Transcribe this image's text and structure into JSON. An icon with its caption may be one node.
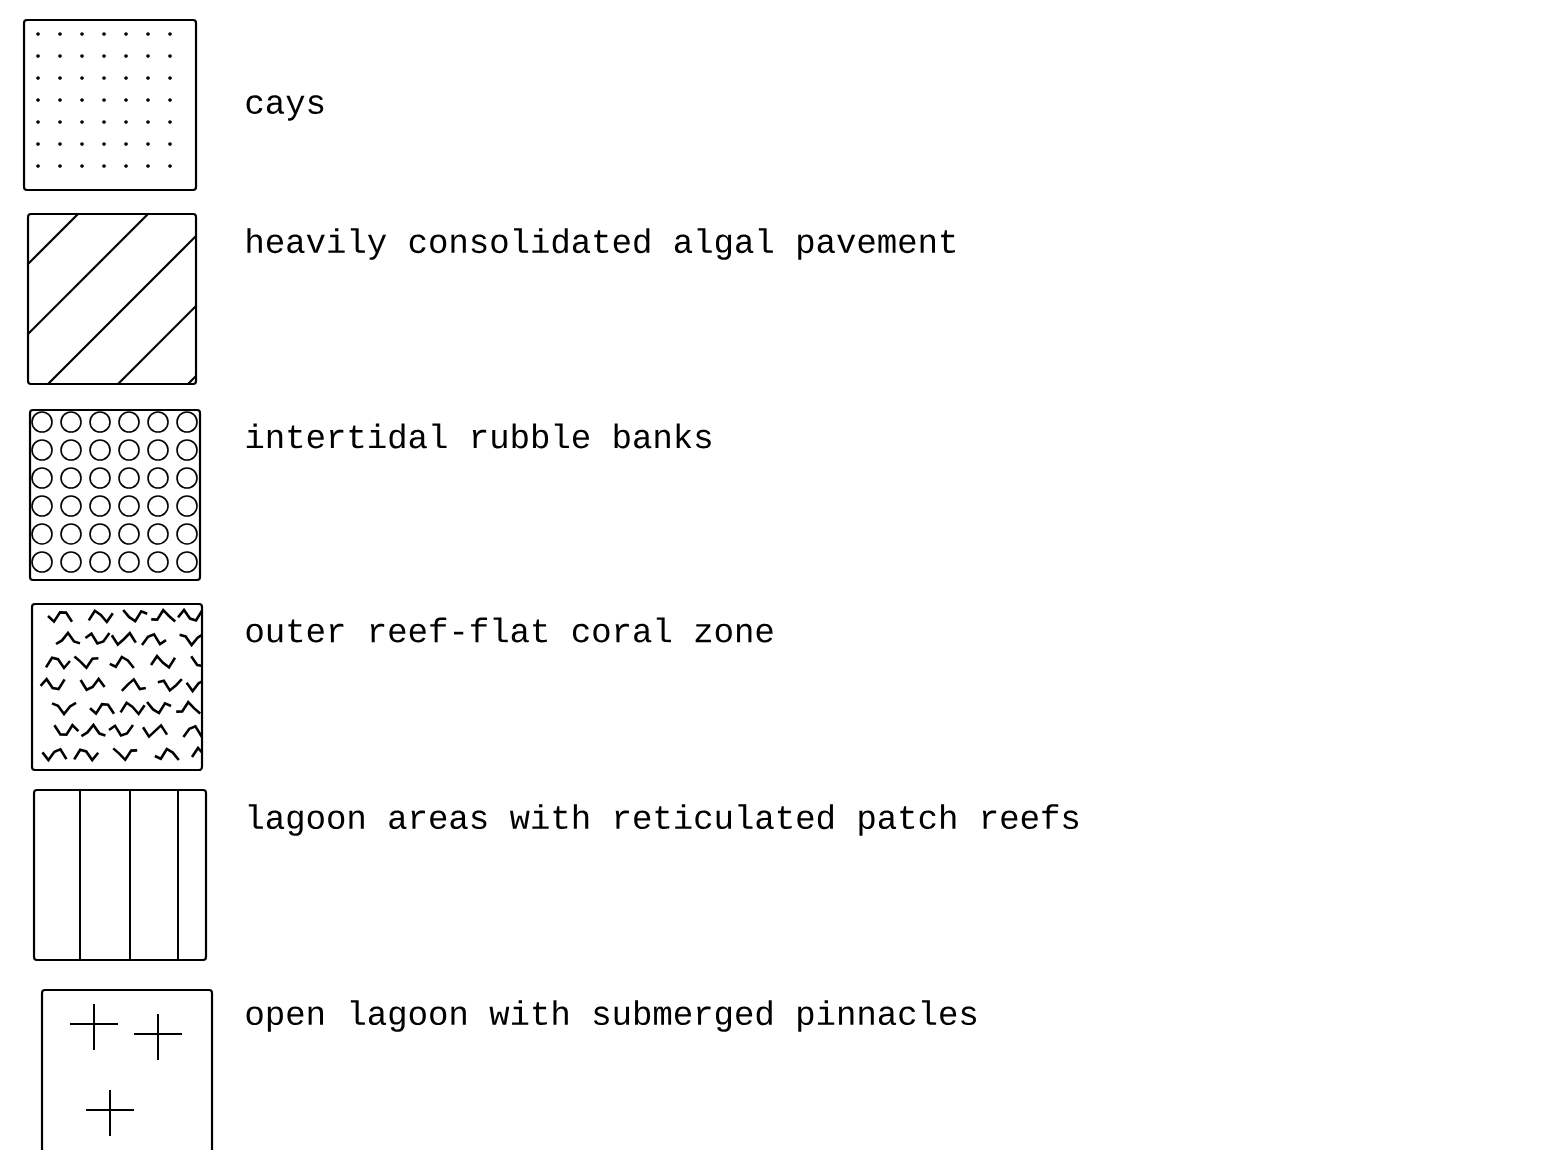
{
  "diagram": {
    "legend": [
      {
        "text": "cays"
      },
      {
        "text": "heavily consolidated algal pavement"
      },
      {
        "text": "intertidal rubble banks"
      },
      {
        "text": "outer reef-flat coral zone"
      },
      {
        "text": "lagoon areas with reticulated patch reefs"
      },
      {
        "text": "open lagoon with submerged pinnacles"
      }
    ]
  }
}
